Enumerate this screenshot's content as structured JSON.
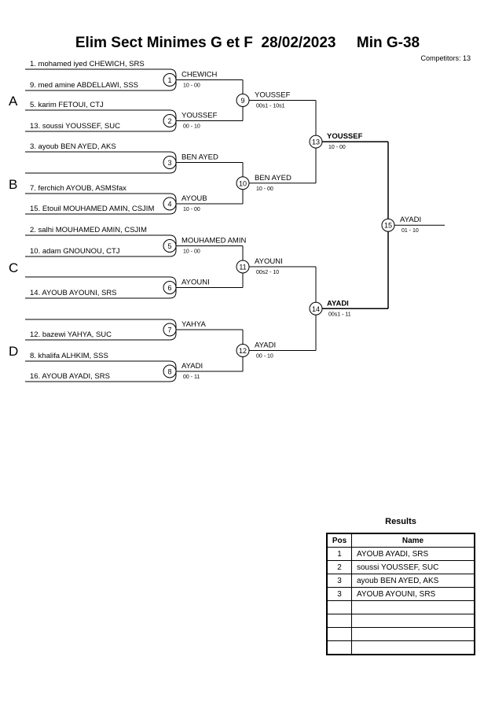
{
  "header": {
    "title": "Elim Sect Minimes G et F  28/02/2023     Min G-38",
    "competitors": "Competitors: 13"
  },
  "pools": [
    "A",
    "B",
    "C",
    "D"
  ],
  "round1": [
    {
      "num": "1",
      "top": "1. mohamed iyed CHEWICH, SRS",
      "bottom": "9. med amine ABDELLAWI, SSS",
      "winner": "CHEWICH",
      "score": "10 - 00"
    },
    {
      "num": "2",
      "top": "5. karim FETOUI, CTJ",
      "bottom": "13. soussi YOUSSEF, SUC",
      "winner": "YOUSSEF",
      "score": "00 - 10"
    },
    {
      "num": "3",
      "top": "3. ayoub BEN AYED, AKS",
      "bottom": "",
      "winner": "BEN AYED",
      "score": ""
    },
    {
      "num": "4",
      "top": "7. ferchich AYOUB, ASMSfax",
      "bottom": "15. Etouil MOUHAMED AMIN, CSJIM",
      "winner": "AYOUB",
      "score": "10 - 00"
    },
    {
      "num": "5",
      "top": "2. salhi MOUHAMED AMIN, CSJIM",
      "bottom": "10. adam GNOUNOU, CTJ",
      "winner": "MOUHAMED AMIN",
      "score": "10 - 00"
    },
    {
      "num": "6",
      "top": "",
      "bottom": "14. AYOUB AYOUNI, SRS",
      "winner": "AYOUNI",
      "score": ""
    },
    {
      "num": "7",
      "top": "",
      "bottom": "12. bazewi YAHYA, SUC",
      "winner": "YAHYA",
      "score": ""
    },
    {
      "num": "8",
      "top": "8. khalifa ALHKIM, SSS",
      "bottom": "16. AYOUB AYADI, SRS",
      "winner": "AYADI",
      "score": "00 - 11"
    }
  ],
  "round2": [
    {
      "num": "9",
      "winner": "YOUSSEF",
      "score": "00s1 - 10s1"
    },
    {
      "num": "10",
      "winner": "BEN AYED",
      "score": "10 - 00"
    },
    {
      "num": "11",
      "winner": "AYOUNI",
      "score": "00s2 - 10"
    },
    {
      "num": "12",
      "winner": "AYADI",
      "score": "00 - 10"
    }
  ],
  "round3": [
    {
      "num": "13",
      "winner": "YOUSSEF",
      "score": "10 - 00"
    },
    {
      "num": "14",
      "winner": "AYADI",
      "score": "00s1 - 11"
    }
  ],
  "final": {
    "num": "15",
    "winner": "AYADI",
    "score": "01 - 10"
  },
  "results": {
    "title": "Results",
    "col_pos": "Pos",
    "col_name": "Name",
    "rows": [
      {
        "pos": "1",
        "name": "AYOUB AYADI, SRS"
      },
      {
        "pos": "2",
        "name": "soussi YOUSSEF, SUC"
      },
      {
        "pos": "3",
        "name": "ayoub BEN AYED, AKS"
      },
      {
        "pos": "3",
        "name": "AYOUB AYOUNI, SRS"
      },
      {
        "pos": "",
        "name": ""
      },
      {
        "pos": "",
        "name": ""
      },
      {
        "pos": "",
        "name": ""
      },
      {
        "pos": "",
        "name": ""
      }
    ]
  }
}
